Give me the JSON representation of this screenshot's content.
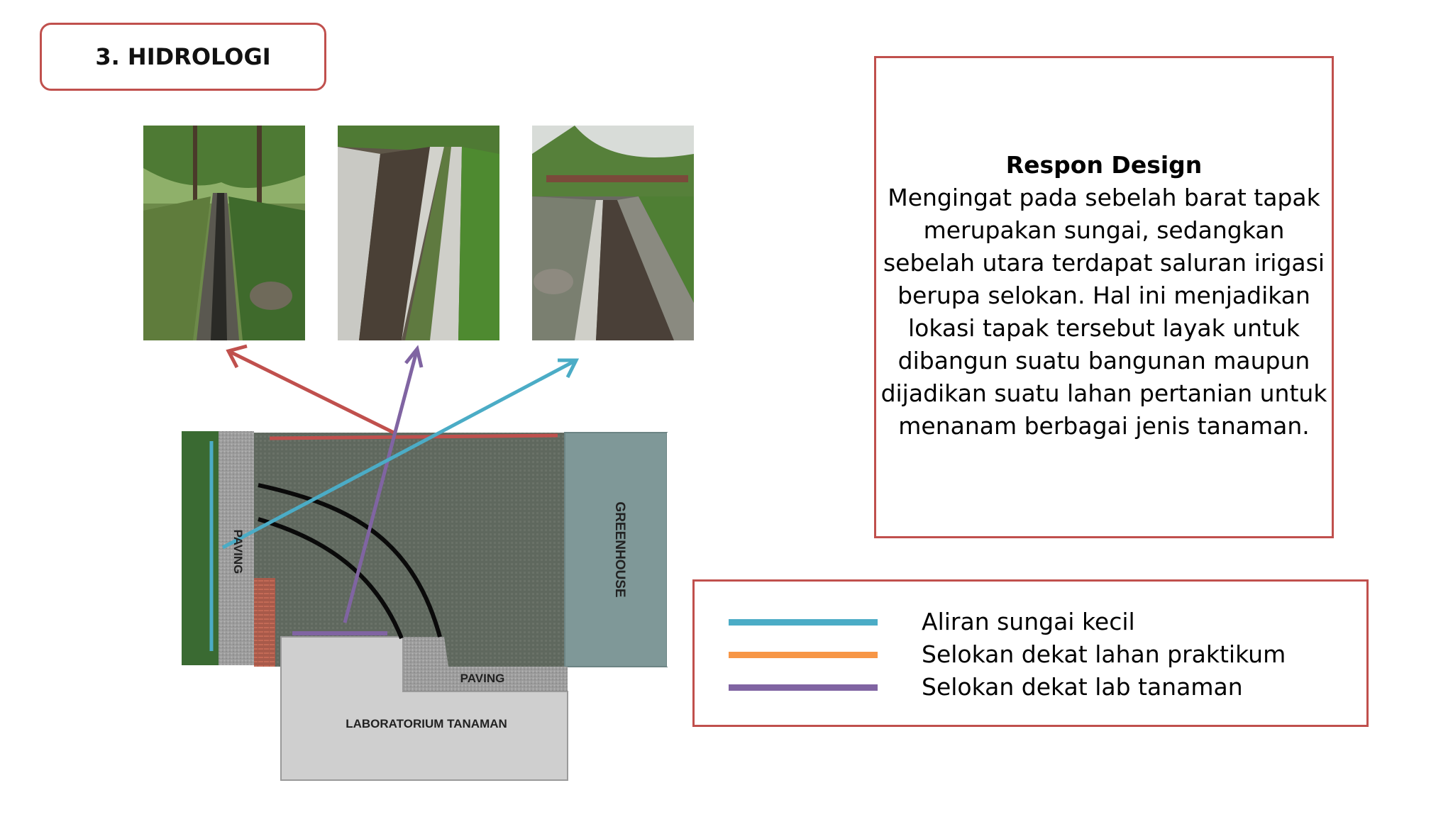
{
  "title": "3. HIDROLOGI",
  "respon": {
    "heading": "Respon Design",
    "body": "Mengingat pada sebelah barat tapak merupakan sungai, sedangkan sebelah utara terdapat saluran irigasi berupa selokan. Hal ini menjadikan lokasi tapak tersebut layak untuk dibangun suatu bangunan maupun dijadikan suatu lahan pertanian untuk menanam berbagai jenis  tanaman."
  },
  "site_plan": {
    "labels": {
      "paving_left": "PAVING",
      "greenhouse": "GREENHOUSE",
      "paving_bottom": "PAVING",
      "laboratorium": "LABORATORIUM TANAMAN"
    }
  },
  "legend": [
    {
      "label": "Aliran sungai kecil",
      "color": "#4bacc6"
    },
    {
      "label": "Selokan dekat lahan praktikum",
      "color": "#f79646"
    },
    {
      "label": "Selokan dekat lab tanaman",
      "color": "#8064a2"
    }
  ],
  "colors": {
    "accent_red": "#c0504d",
    "arrow_red": "#c0504d",
    "arrow_purple": "#8064a2",
    "arrow_blue": "#4bacc6"
  }
}
